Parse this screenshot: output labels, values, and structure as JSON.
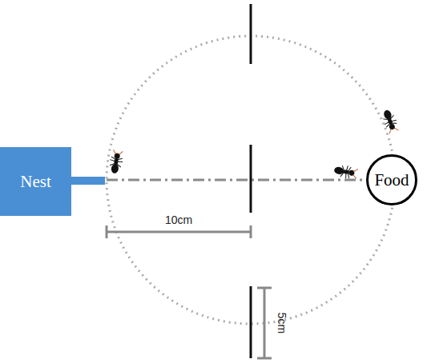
{
  "diagram": {
    "nodes": [
      {
        "text": [
          "Nest"
        ]
      },
      {
        "text": [
          "Food"
        ]
      }
    ],
    "edges": [
      {
        "from": 0,
        "to": 1,
        "arrow": "none"
      }
    ],
    "labels": [
      "10cm",
      "5cm"
    ]
  }
}
